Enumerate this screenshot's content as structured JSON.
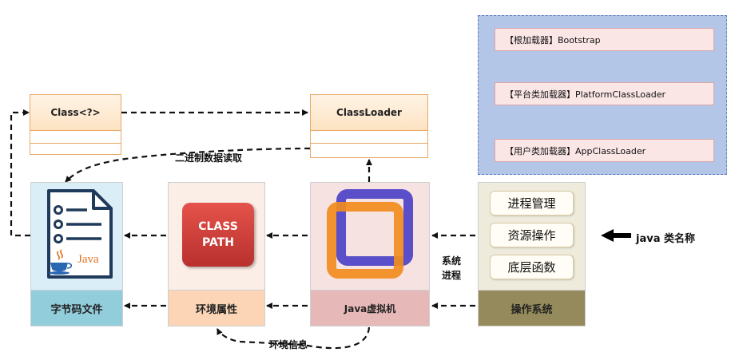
{
  "uml": {
    "class_title": "Class<?>",
    "classloader_title": "ClassLoader"
  },
  "labels": {
    "binary_read": "二进制数据读取",
    "system_process_line1": "系统",
    "system_process_line2": "进程",
    "env_info": "环境信息",
    "java_class_name": "java 类名称"
  },
  "columns": {
    "bytecode": "字节码文件",
    "env_props": "环境属性",
    "jvm": "Java虚拟机",
    "os": "操作系统"
  },
  "classpath": {
    "line1": "CLASS",
    "line2": "PATH"
  },
  "java_logo_text": "Java",
  "os_items": [
    "进程管理",
    "资源操作",
    "底层函数"
  ],
  "loaders": {
    "bootstrap": "【根加载器】Bootstrap",
    "platform": "【平台类加载器】PlatformClassLoader",
    "app": "【用户类加载器】AppClassLoader"
  },
  "colors": {
    "bytecode_bg": "#daeef8",
    "bytecode_label": "#92cddc",
    "env_bg": "#fbeee6",
    "env_label": "#fbd5b5",
    "jvm_bg": "#f7e2e2",
    "jvm_label": "#e6b9b8",
    "os_bg": "#eeeadc",
    "os_label": "#958a5b",
    "loader_panel": "#b4c6e7"
  }
}
